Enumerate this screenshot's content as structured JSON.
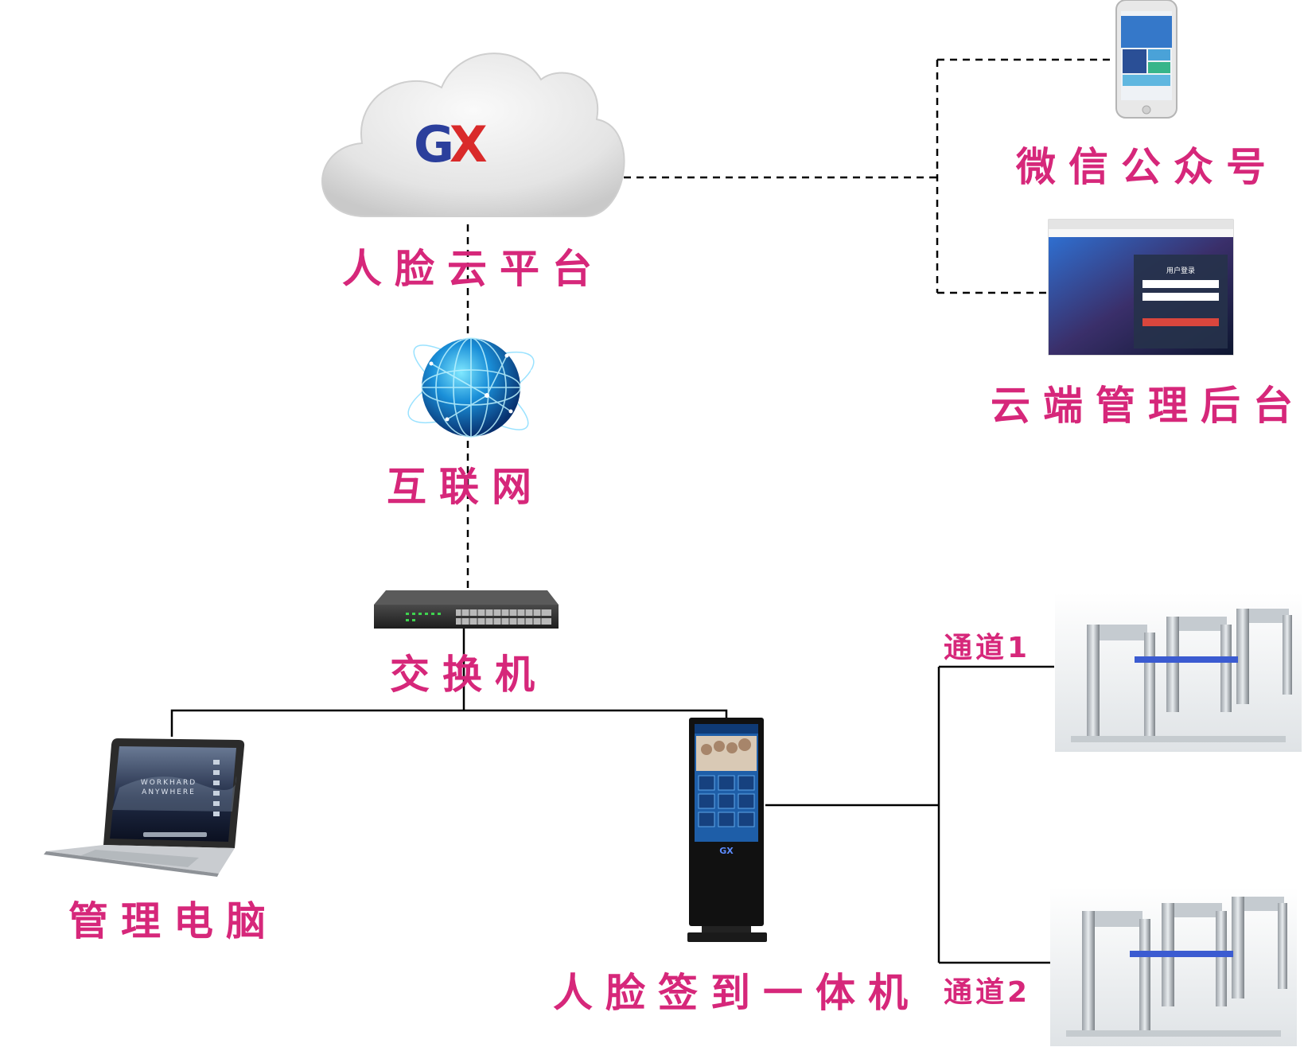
{
  "nodes": {
    "cloud": {
      "logo": "GX",
      "label": "人脸云平台"
    },
    "internet": {
      "label": "互联网"
    },
    "switch": {
      "label": "交换机"
    },
    "pc": {
      "label": "管理电脑"
    },
    "kiosk": {
      "label": "人脸签到一体机"
    },
    "wechat": {
      "label": "微信公众号"
    },
    "backend": {
      "label": "云端管理后台",
      "login_title": "用户登录"
    },
    "channel1": {
      "label": "通道1"
    },
    "channel2": {
      "label": "通道2"
    },
    "laptop_screen_text": [
      "WORKHARD",
      "ANYWHERE"
    ]
  },
  "colors": {
    "label": "#d6277a",
    "line": "#000000",
    "logo_blue": "#2b3f9c",
    "logo_red": "#d92a2a"
  }
}
